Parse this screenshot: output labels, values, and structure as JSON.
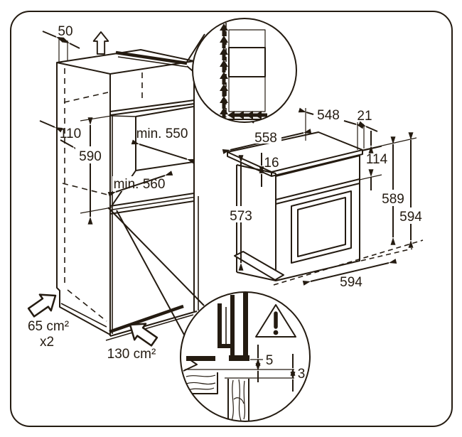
{
  "colors": {
    "background": "#ffffff",
    "line": "#241b11"
  },
  "cabinet": {
    "top_gap": "50",
    "front_clearance": "110",
    "niche_height": "590",
    "niche_width": "min. 550",
    "niche_depth": "min. 560",
    "side_vent_area": "65 cm²",
    "side_vent_count": "x2",
    "bottom_vent_area": "130 cm²"
  },
  "oven": {
    "rear_width": "548",
    "top_overhang": "21",
    "top_width": "558",
    "top_trim_height": "16",
    "control_panel_height": "114",
    "side_height": "573",
    "body_height": "589",
    "overall_height": "594",
    "overall_depth": "594"
  },
  "clearance_detail": {
    "top_gap": "5",
    "bottom_gap": "3"
  },
  "icons": {
    "ventilation_arrow": "hollow-up-arrow",
    "side_vent_arrow": "hollow-arrow-up-right",
    "bottom_vent_arrow": "hollow-arrow-up-left",
    "airflow": "solid-flow-arrows",
    "warning": "triangle-exclamation"
  }
}
